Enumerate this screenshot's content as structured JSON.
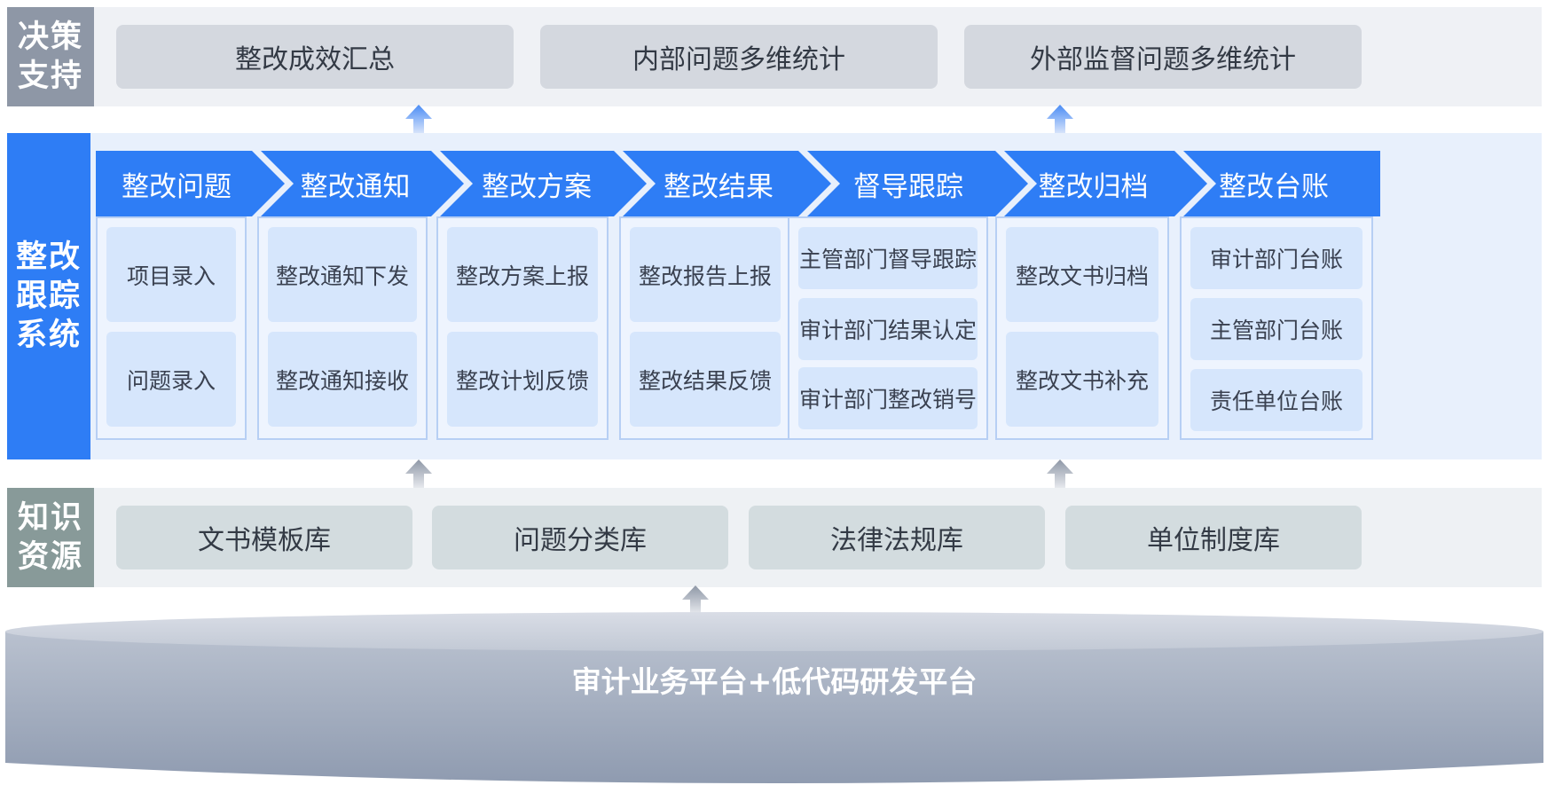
{
  "colors": {
    "decision_label": "#8e97a6",
    "tracking_label": "#2e7df5",
    "knowledge_label": "#889a99",
    "chevron": "#2e7df5",
    "platform": "#97a3b8"
  },
  "decision": {
    "label": "决策\n支持",
    "items": [
      "整改成效汇总",
      "内部问题多维统计",
      "外部监督问题多维统计"
    ]
  },
  "tracking": {
    "label": "整改\n跟踪\n系统",
    "columns": [
      {
        "header": "整改问题",
        "items": [
          "项目录入",
          "问题录入"
        ]
      },
      {
        "header": "整改通知",
        "items": [
          "整改通知下发",
          "整改通知接收"
        ]
      },
      {
        "header": "整改方案",
        "items": [
          "整改方案上报",
          "整改计划反馈"
        ]
      },
      {
        "header": "整改结果",
        "items": [
          "整改报告上报",
          "整改结果反馈"
        ]
      },
      {
        "header": "督导跟踪",
        "items": [
          "主管部门督导跟踪",
          "审计部门结果认定",
          "审计部门整改销号"
        ]
      },
      {
        "header": "整改归档",
        "items": [
          "整改文书归档",
          "整改文书补充"
        ]
      },
      {
        "header": "整改台账",
        "items": [
          "审计部门台账",
          "主管部门台账",
          "责任单位台账"
        ]
      }
    ]
  },
  "knowledge": {
    "label": "知识\n资源",
    "items": [
      "文书模板库",
      "问题分类库",
      "法律法规库",
      "单位制度库"
    ]
  },
  "platform": {
    "label": "审计业务平台+低代码研发平台"
  }
}
